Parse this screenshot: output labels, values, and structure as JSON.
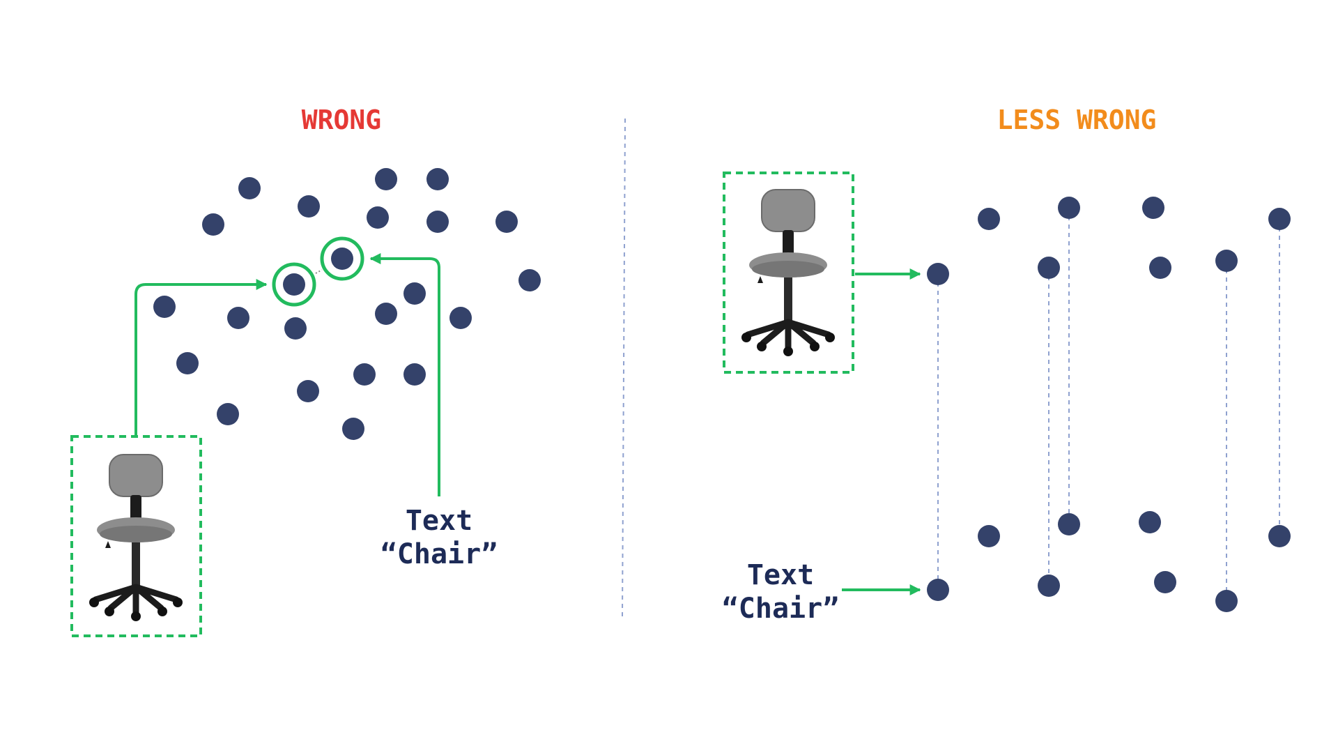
{
  "colors": {
    "background": "#ffffff",
    "dot": "#34426a",
    "accent": "#22bb5e",
    "wrong": "#e53935",
    "less_wrong": "#f28c1c",
    "divider": "#8fa1cf",
    "label": "#1d2b57"
  },
  "left_panel": {
    "title": "WRONG",
    "text_label_line1": "Text",
    "text_label_line2": "“Chair”",
    "image_icon": "office-chair-icon"
  },
  "right_panel": {
    "title": "LESS WRONG",
    "text_label_line1": "Text",
    "text_label_line2": "“Chair”",
    "image_icon": "office-chair-icon"
  }
}
